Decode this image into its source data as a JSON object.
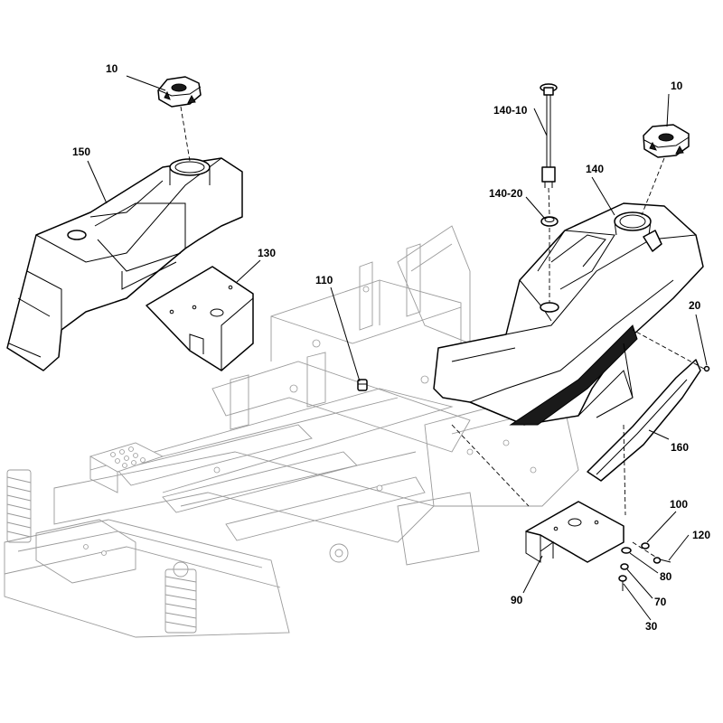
{
  "callouts": [
    {
      "label": "10"
    },
    {
      "label": "150"
    },
    {
      "label": "130"
    },
    {
      "label": "110"
    },
    {
      "label": "140-10"
    },
    {
      "label": "140-20"
    },
    {
      "label": "140"
    },
    {
      "label": "10"
    },
    {
      "label": "20"
    },
    {
      "label": "160"
    },
    {
      "label": "100"
    },
    {
      "label": "120"
    },
    {
      "label": "80"
    },
    {
      "label": "70"
    },
    {
      "label": "30"
    },
    {
      "label": "90"
    }
  ]
}
